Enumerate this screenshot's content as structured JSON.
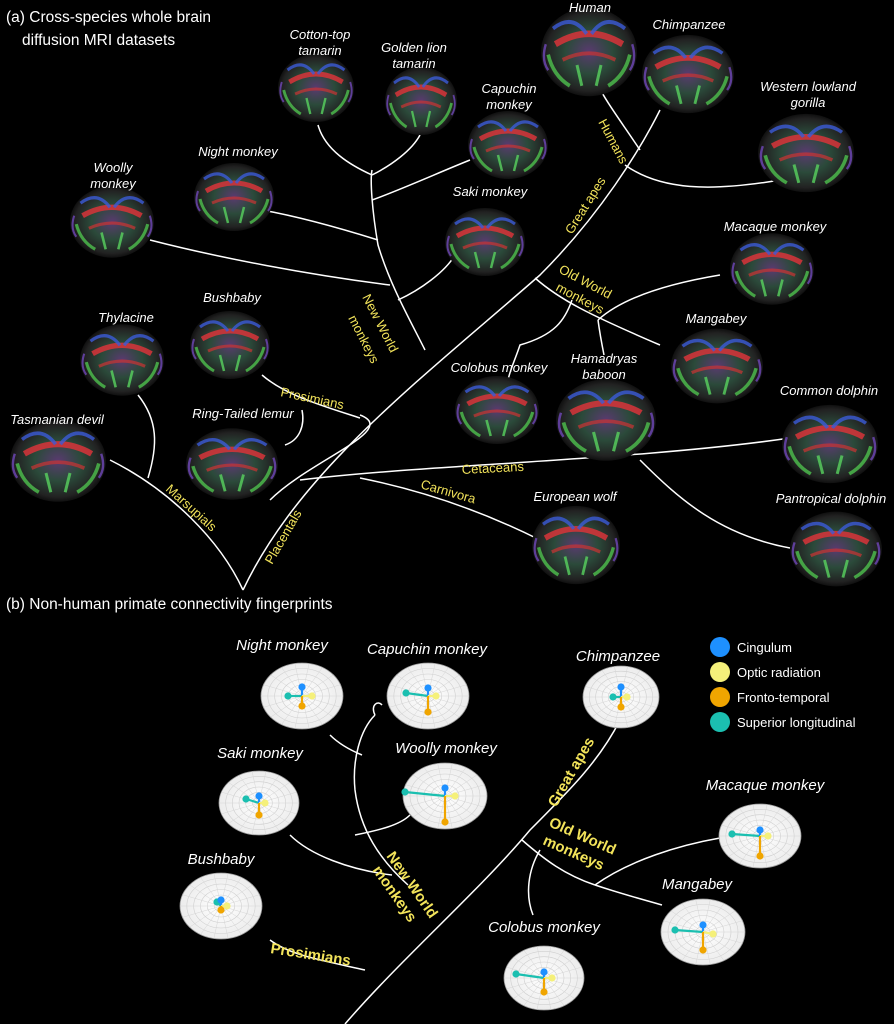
{
  "panel_a": {
    "title_line1": "(a) Cross-species whole brain",
    "title_line2": "diffusion MRI datasets",
    "species": {
      "cotton_top_1": "Cotton-top",
      "cotton_top_2": "tamarin",
      "golden_lion_1": "Golden lion",
      "golden_lion_2": "tamarin",
      "human": "Human",
      "chimpanzee": "Chimpanzee",
      "capuchin_1": "Capuchin",
      "capuchin_2": "monkey",
      "gorilla_1": "Western lowland",
      "gorilla_2": "gorilla",
      "night_monkey": "Night monkey",
      "woolly_1": "Woolly",
      "woolly_2": "monkey",
      "saki": "Saki monkey",
      "macaque": "Macaque monkey",
      "bushbaby": "Bushbaby",
      "thylacine": "Thylacine",
      "mangabey": "Mangabey",
      "colobus": "Colobus monkey",
      "hamadryas_1": "Hamadryas",
      "hamadryas_2": "baboon",
      "ring_tailed": "Ring-Tailed lemur",
      "common_dolphin": "Common dolphin",
      "tasmanian": "Tasmanian devil",
      "european_wolf": "European wolf",
      "pantropical": "Pantropical dolphin"
    },
    "clades": {
      "humans": "Humans",
      "great_apes": "Great apes",
      "old_world_1": "Old World",
      "old_world_2": "monkeys",
      "new_world_1": "New World",
      "new_world_2": "monkeys",
      "prosimians": "Prosimians",
      "cetaceans": "Cetaceans",
      "carnivora": "Carnivora",
      "marsupials": "Marsupials",
      "placentals": "Placentals"
    }
  },
  "panel_b": {
    "title": "(b) Non-human primate connectivity fingerprints",
    "species": {
      "night_monkey": "Night monkey",
      "capuchin": "Capuchin monkey",
      "chimpanzee": "Chimpanzee",
      "saki": "Saki monkey",
      "woolly": "Woolly monkey",
      "macaque": "Macaque monkey",
      "bushbaby": "Bushbaby",
      "mangabey": "Mangabey",
      "colobus": "Colobus monkey"
    },
    "clades": {
      "great_apes": "Great apes",
      "old_world_1": "Old World",
      "old_world_2": "monkeys",
      "new_world_1": "New World",
      "new_world_2": "monkeys",
      "prosimians": "Prosimians"
    },
    "legend": [
      {
        "label": "Cingulum",
        "color": "#1e90ff"
      },
      {
        "label": "Optic radiation",
        "color": "#f5f07a"
      },
      {
        "label": "Fronto-temporal",
        "color": "#f0a500"
      },
      {
        "label": "Superior longitudinal",
        "color": "#1bbfb0"
      }
    ]
  }
}
